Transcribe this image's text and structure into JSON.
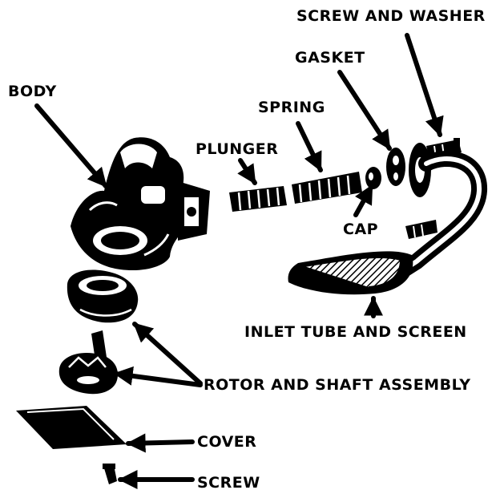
{
  "labels": {
    "screw_and_washer": "SCREW AND WASHER",
    "gasket": "GASKET",
    "body": "BODY",
    "spring": "SPRING",
    "plunger": "PLUNGER",
    "cap": "CAP",
    "inlet_tube_and_screen": "INLET TUBE AND SCREEN",
    "rotor_and_shaft_assembly": "ROTOR AND SHAFT ASSEMBLY",
    "cover": "COVER",
    "screw": "SCREW"
  },
  "colors": {
    "ink": "#000000",
    "paper": "#ffffff"
  }
}
